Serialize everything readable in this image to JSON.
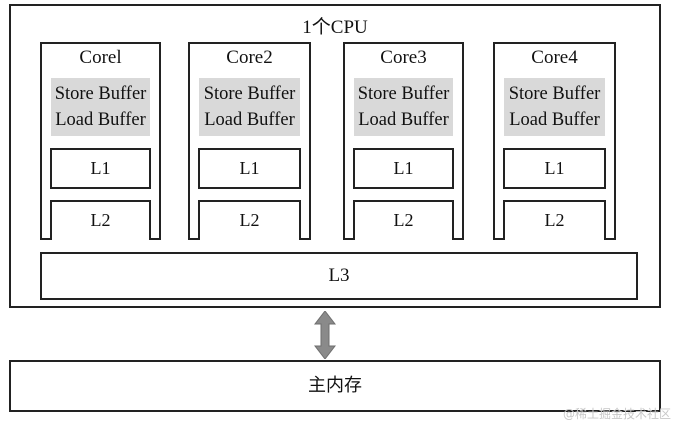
{
  "cpu": {
    "title": "1个CPU",
    "cores": [
      {
        "name": "Corel",
        "store_buffer": "Store Buffer",
        "load_buffer": "Load Buffer",
        "l1": "L1",
        "l2": "L2"
      },
      {
        "name": "Core2",
        "store_buffer": "Store Buffer",
        "load_buffer": "Load Buffer",
        "l1": "L1",
        "l2": "L2"
      },
      {
        "name": "Core3",
        "store_buffer": "Store Buffer",
        "load_buffer": "Load Buffer",
        "l1": "L1",
        "l2": "L2"
      },
      {
        "name": "Core4",
        "store_buffer": "Store Buffer",
        "load_buffer": "Load Buffer",
        "l1": "L1",
        "l2": "L2"
      }
    ],
    "l3": "L3"
  },
  "memory": {
    "label": "主内存"
  },
  "watermark": "@稀土掘金技术社区",
  "colors": {
    "border": "#222222",
    "buffer_fill": "#d9d9d9",
    "arrow_fill": "#8a8a8a"
  }
}
